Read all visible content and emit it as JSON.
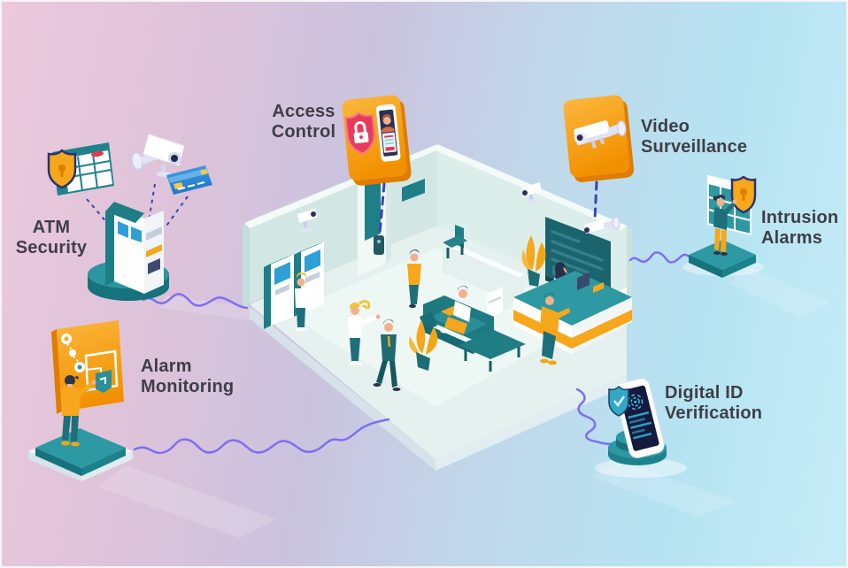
{
  "features": {
    "atm_security": {
      "label": "ATM\nSecurity",
      "icons": [
        "atm-kiosk-icon",
        "cctv-camera-icon",
        "credit-card-icon",
        "keypad-shield-icon"
      ]
    },
    "access_control": {
      "label": "Access\nControl",
      "icons": [
        "lock-shield-icon",
        "id-phone-icon"
      ]
    },
    "video_surveillance": {
      "label": "Video\nSurveillance",
      "icons": [
        "cctv-camera-icon"
      ]
    },
    "intrusion_alarms": {
      "label": "Intrusion\nAlarms",
      "icons": [
        "alarm-grid-board-icon",
        "keyhole-shield-icon"
      ]
    },
    "alarm_monitoring": {
      "label": "Alarm\nMonitoring",
      "icons": [
        "floor-plan-board-icon"
      ]
    },
    "digital_id_verification": {
      "label": "Digital ID\nVerification",
      "icons": [
        "fingerprint-phone-icon",
        "check-shield-icon"
      ]
    }
  },
  "colors": {
    "background_left": "#ecc9dc",
    "background_mid": "#cbc3de",
    "background_right": "#b6e3f2",
    "card_orange": "#f9a91b",
    "card_orange_dark": "#e07c00",
    "teal": "#2d99a3",
    "teal_dark": "#16727c",
    "wall_mint": "#d2e7e3",
    "floor_mint": "#e5f1ee",
    "shield_pink": "#e83b5b",
    "accent_yellow": "#f6a71b",
    "dash_line": "#3847b0",
    "wave_line": "#7d6ff0",
    "label_text": "#3f3e47",
    "screen_navy": "#141b3d",
    "card_blue": "#2e8fd3"
  }
}
